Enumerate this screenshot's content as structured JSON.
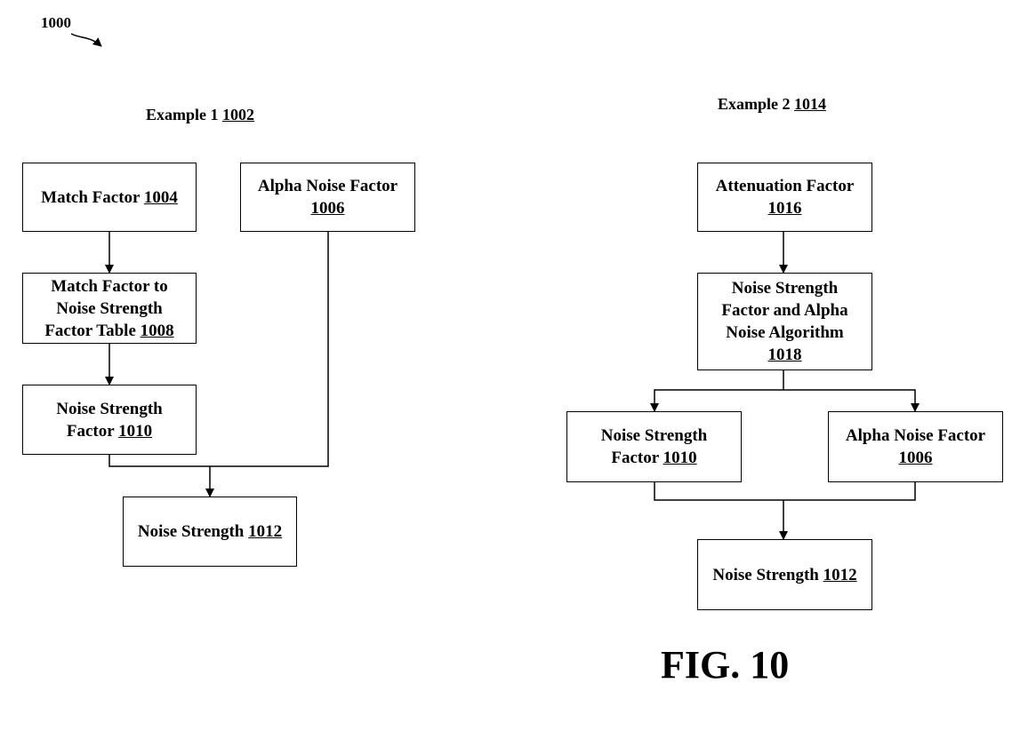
{
  "figure": {
    "number": "1000",
    "label": "FIG. 10"
  },
  "example1": {
    "heading": "Example 1",
    "heading_ref": "1002",
    "match_factor": {
      "line1": "Match Factor",
      "ref": "1004"
    },
    "alpha_noise_factor": {
      "line1": "Alpha Noise Factor",
      "ref": "1006"
    },
    "table": {
      "line1": "Match Factor to",
      "line2": "Noise Strength",
      "line3": "Factor Table",
      "ref": "1008"
    },
    "noise_strength_factor": {
      "line1": "Noise Strength",
      "line2": "Factor",
      "ref": "1010"
    },
    "noise_strength": {
      "line1": "Noise Strength",
      "ref": "1012"
    }
  },
  "example2": {
    "heading": "Example 2",
    "heading_ref": "1014",
    "attenuation_factor": {
      "line1": "Attenuation Factor",
      "ref": "1016"
    },
    "algorithm": {
      "line1": "Noise Strength",
      "line2": "Factor and Alpha",
      "line3": "Noise Algorithm",
      "ref": "1018"
    },
    "noise_strength_factor": {
      "line1": "Noise Strength",
      "line2": "Factor",
      "ref": "1010"
    },
    "alpha_noise_factor": {
      "line1": "Alpha Noise Factor",
      "ref": "1006"
    },
    "noise_strength": {
      "line1": "Noise Strength",
      "ref": "1012"
    }
  }
}
